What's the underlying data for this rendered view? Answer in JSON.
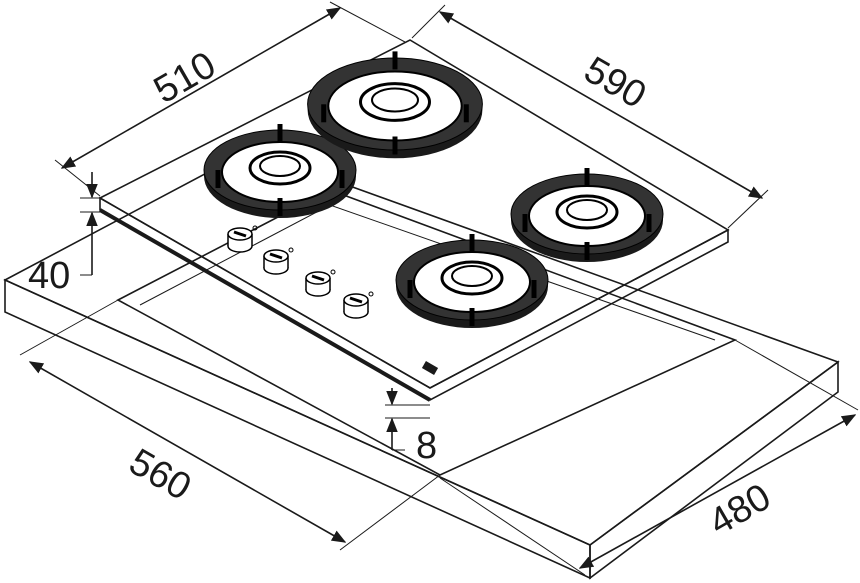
{
  "title": "Gas hob built-in dimensions",
  "dimensions": {
    "width_depth_top": "510",
    "width_top": "590",
    "height": "40",
    "glass_height": "8",
    "cutout_width": "560",
    "cutout_depth": "480"
  },
  "burner_count": 4,
  "knob_count": 4,
  "colors": {
    "line": "#1a1a1a",
    "background": "#ffffff"
  }
}
